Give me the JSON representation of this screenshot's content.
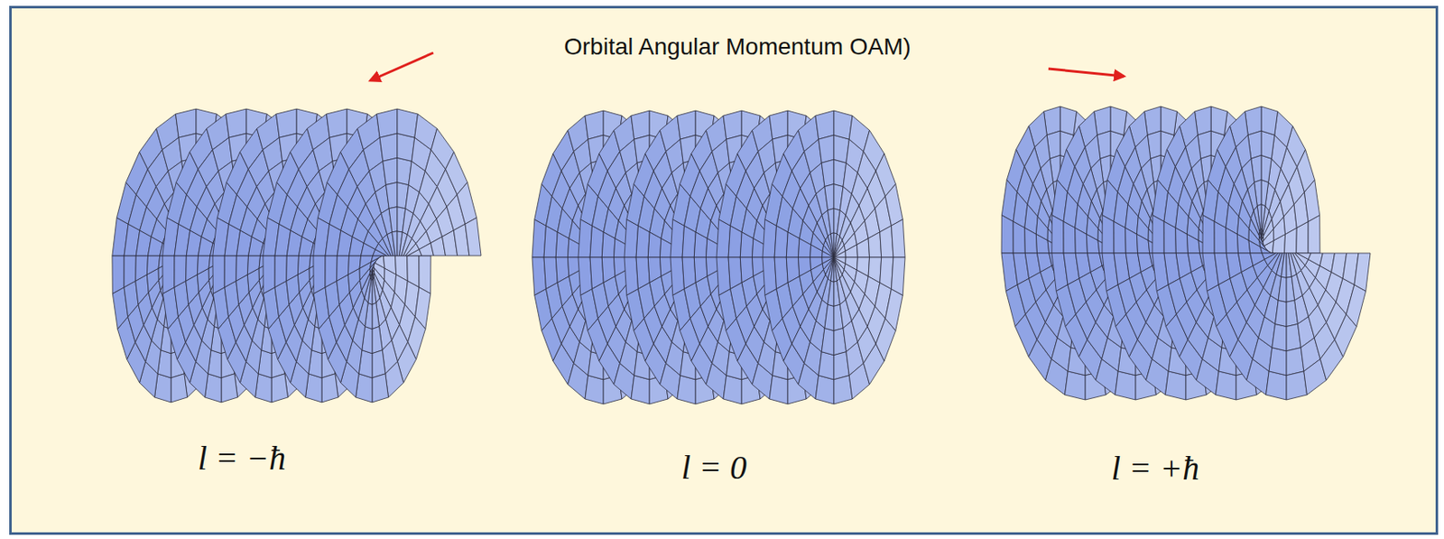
{
  "diagram": {
    "title": "Orbital Angular Momentum OAM)",
    "labels": [
      "l = −ħ",
      "l = 0",
      "l = +ħ"
    ]
  }
}
